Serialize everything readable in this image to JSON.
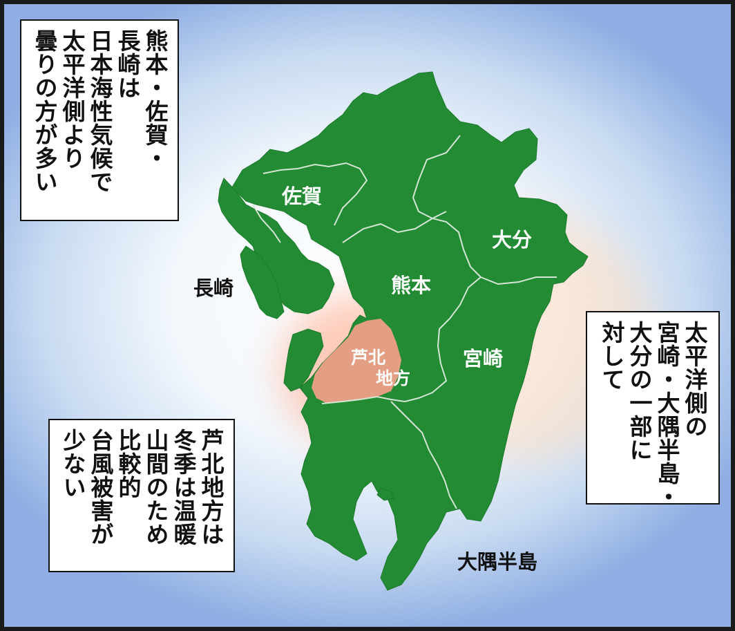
{
  "notes": {
    "top_left": [
      "熊本・佐賀・",
      "長崎は",
      "日本海性気候で",
      "太平洋側より",
      "曇りの方が多い"
    ],
    "right": [
      "太平洋側の",
      "宮崎・大隅半島・",
      "大分の一部に",
      "対して"
    ],
    "bottom_left": [
      "芦北地方は",
      "冬季は温暖",
      "山間のため",
      "比較的",
      "台風被害が",
      "少ない"
    ]
  },
  "map_labels": {
    "saga": "佐賀",
    "oita": "大分",
    "nagasaki": "長崎",
    "kumamoto": "熊本",
    "ashikita_line1": "芦北",
    "ashikita_line2": "地方",
    "miyazaki": "宮崎",
    "osumi": "大隅半島"
  },
  "colors": {
    "land": "#228b34",
    "border": "#d6e6d6",
    "highlight": "#f4a08a"
  }
}
